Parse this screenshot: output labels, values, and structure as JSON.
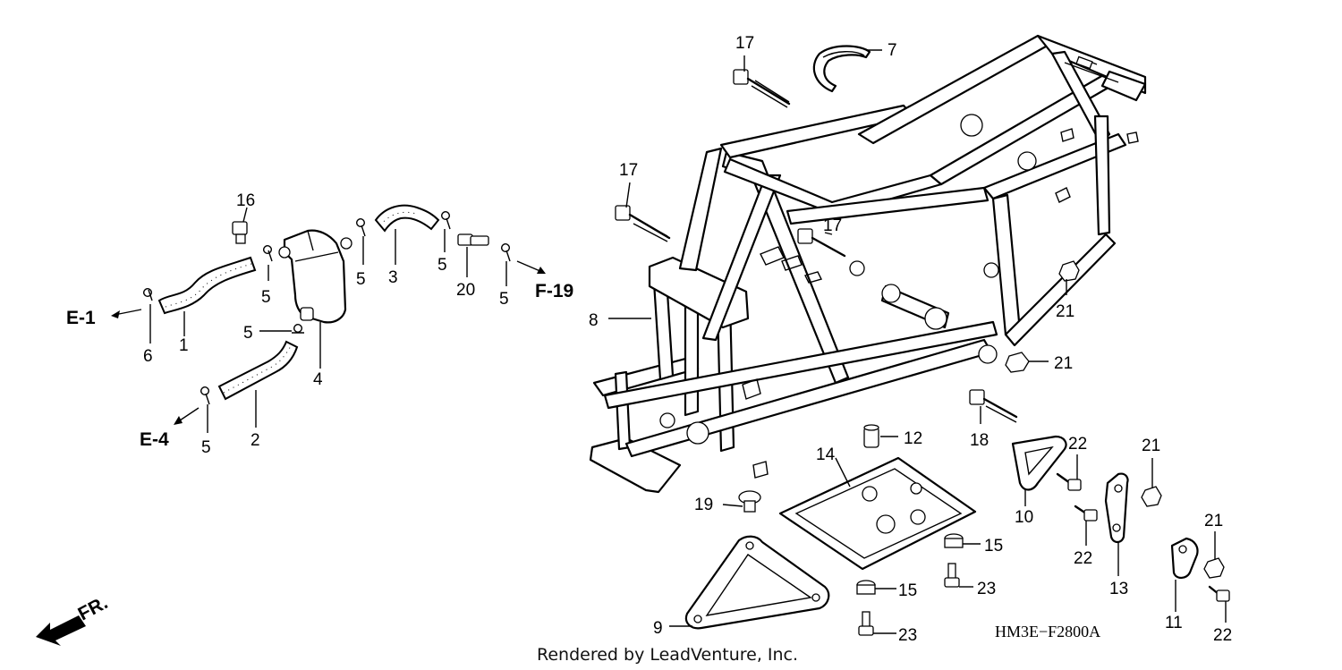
{
  "diagram": {
    "code": "HM3E−F2800A",
    "credit": "Rendered by LeadVenture, Inc.",
    "direction_label": "FR.",
    "refs": {
      "e1": "E-1",
      "e4": "E-4",
      "f19": "F-19"
    },
    "callouts": {
      "c1": "1",
      "c2": "2",
      "c3": "3",
      "c4": "4",
      "c5a": "5",
      "c5b": "5",
      "c5c": "5",
      "c5d": "5",
      "c5e": "5",
      "c5f": "5",
      "c6": "6",
      "c7": "7",
      "c8": "8",
      "c9": "9",
      "c10": "10",
      "c11": "11",
      "c12": "12",
      "c13": "13",
      "c14": "14",
      "c15a": "15",
      "c15b": "15",
      "c16": "16",
      "c17a": "17",
      "c17b": "17",
      "c17c": "17",
      "c18": "18",
      "c19": "19",
      "c20": "20",
      "c21a": "21",
      "c21b": "21",
      "c21c": "21",
      "c21d": "21",
      "c22a": "22",
      "c22b": "22",
      "c22c": "22",
      "c23a": "23",
      "c23b": "23"
    }
  }
}
